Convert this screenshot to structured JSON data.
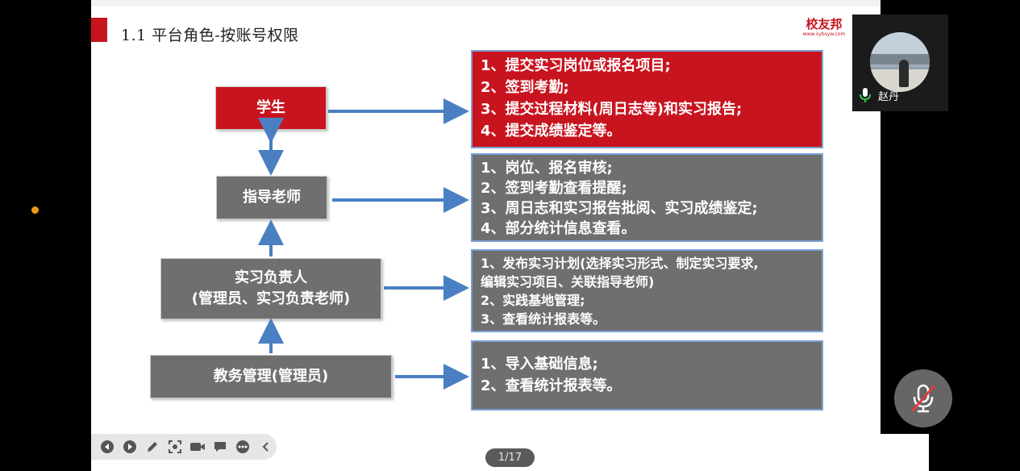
{
  "slide": {
    "title": "1.1 平台角色-按账号权限",
    "logo_main": "校友邦",
    "logo_sub": "www.xybsyw.com"
  },
  "roles": [
    {
      "id": "student",
      "lines": [
        "学生"
      ],
      "color": "#c8141f"
    },
    {
      "id": "instructor",
      "lines": [
        "指导老师"
      ],
      "color": "#6f6f6f"
    },
    {
      "id": "internship-manager",
      "lines": [
        "实习负责人",
        "(管理员、实习负责老师)"
      ],
      "color": "#6f6f6f"
    },
    {
      "id": "academic-admin",
      "lines": [
        "教务管理(管理员)"
      ],
      "color": "#6f6f6f"
    }
  ],
  "permissions": [
    {
      "lines": [
        "1、提交实习岗位或报名项目;",
        "2、签到考勤;",
        "3、提交过程材料(周日志等)和实习报告;",
        "4、提交成绩鉴定等。"
      ]
    },
    {
      "lines": [
        "1、岗位、报名审核;",
        "2、签到考勤查看提醒;",
        "3、周日志和实习报告批阅、实习成绩鉴定;",
        "4、部分统计信息查看。"
      ]
    },
    {
      "lines": [
        "1、发布实习计划(选择实习形式、制定实习要求,",
        "编辑实习项目、关联指导老师)",
        "2、实践基地管理;",
        "3、查看统计报表等。"
      ]
    },
    {
      "lines": [
        "1、导入基础信息;",
        "2、查看统计报表等。"
      ]
    }
  ],
  "video": {
    "participant_name": "赵丹"
  },
  "pager": {
    "label": "1/17"
  },
  "toolbar": {
    "items": [
      "prev-icon",
      "next-icon",
      "pen-icon",
      "screenshot-icon",
      "camera-icon",
      "comment-icon",
      "more-icon",
      "collapse-icon"
    ]
  },
  "colors": {
    "accent": "#c8141f",
    "gray_box": "#6f6f6f",
    "arrow": "#4a7fc1",
    "box_border": "#7aa0d4"
  }
}
